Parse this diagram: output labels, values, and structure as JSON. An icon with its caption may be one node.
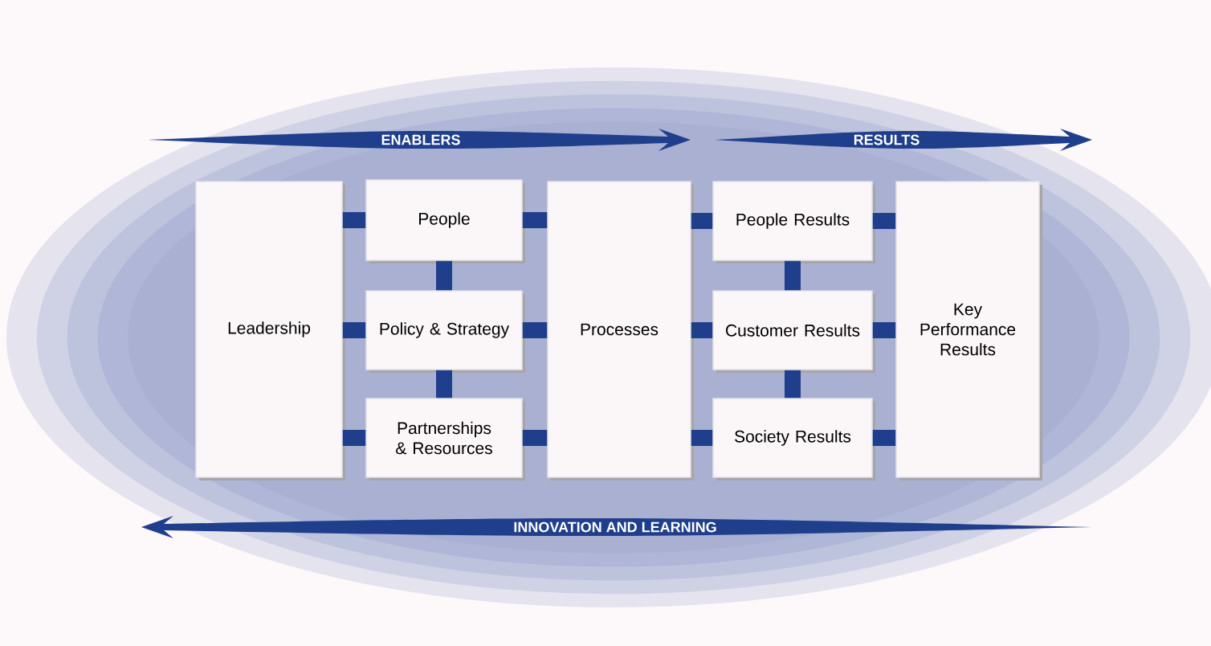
{
  "diagram": {
    "nodes": [
      {
        "text": [
          "Leadership"
        ]
      },
      {
        "text": [
          "People"
        ]
      },
      {
        "text": [
          "Policy & Strategy"
        ]
      },
      {
        "text": [
          "Partnerships & Resources"
        ]
      },
      {
        "text": [
          "Processes"
        ]
      },
      {
        "text": [
          "People Results"
        ]
      },
      {
        "text": [
          "Customer Results"
        ]
      },
      {
        "text": [
          "Society Results"
        ]
      },
      {
        "text": [
          "Key Performance Results"
        ]
      }
    ],
    "edges": [
      {
        "from": 0,
        "to": 1,
        "arrow": "none"
      },
      {
        "from": 0,
        "to": 2,
        "arrow": "none"
      },
      {
        "from": 0,
        "to": 3,
        "arrow": "none"
      },
      {
        "from": 1,
        "to": 2,
        "arrow": "none"
      },
      {
        "from": 2,
        "to": 3,
        "arrow": "none"
      },
      {
        "from": 1,
        "to": 4,
        "arrow": "none"
      },
      {
        "from": 2,
        "to": 4,
        "arrow": "none"
      },
      {
        "from": 3,
        "to": 4,
        "arrow": "none"
      },
      {
        "from": 4,
        "to": 5,
        "arrow": "none"
      },
      {
        "from": 4,
        "to": 6,
        "arrow": "none"
      },
      {
        "from": 4,
        "to": 7,
        "arrow": "none"
      },
      {
        "from": 5,
        "to": 6,
        "arrow": "none"
      },
      {
        "from": 6,
        "to": 7,
        "arrow": "none"
      },
      {
        "from": 5,
        "to": 8,
        "arrow": "none"
      },
      {
        "from": 6,
        "to": 8,
        "arrow": "none"
      },
      {
        "from": 7,
        "to": 8,
        "arrow": "none"
      }
    ],
    "labels": [
      "ENABLERS",
      "RESULTS",
      "INNOVATION AND LEARNING"
    ]
  }
}
